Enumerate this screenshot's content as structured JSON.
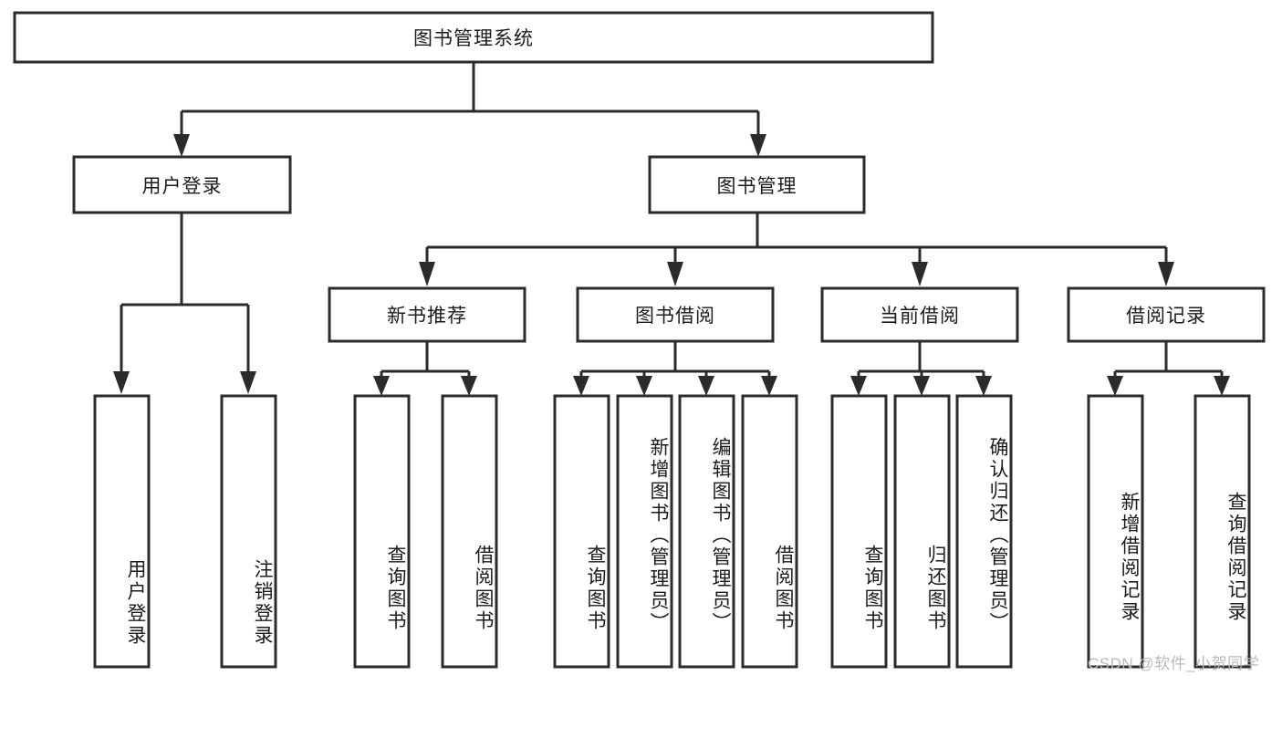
{
  "diagram": {
    "type": "tree",
    "title": "图书管理系统",
    "orientation": "top-down",
    "colors": {
      "box_stroke": "#2b2b2b",
      "box_fill": "#ffffff",
      "connector": "#2b2b2b",
      "text": "#1b1b1b",
      "watermark": "#b9b9b9",
      "background": "#ffffff"
    },
    "root": {
      "label": "图书管理系统"
    },
    "level2": [
      {
        "label": "用户登录"
      },
      {
        "label": "图书管理"
      }
    ],
    "level3": [
      {
        "label": "新书推荐"
      },
      {
        "label": "图书借阅"
      },
      {
        "label": "当前借阅"
      },
      {
        "label": "借阅记录"
      }
    ],
    "leaves": {
      "user_login": [
        {
          "label": "用户登录"
        },
        {
          "label": "注销登录"
        }
      ],
      "new_book_recommend": [
        {
          "label": "查询图书"
        },
        {
          "label": "借阅图书"
        }
      ],
      "book_borrow": [
        {
          "label": "查询图书"
        },
        {
          "label": "新增图书（管理员）"
        },
        {
          "label": "编辑图书（管理员）"
        },
        {
          "label": "借阅图书"
        }
      ],
      "current_borrow": [
        {
          "label": "查询图书"
        },
        {
          "label": "归还图书"
        },
        {
          "label": "确认归还（管理员）"
        }
      ],
      "borrow_record": [
        {
          "label": "新增借阅记录"
        },
        {
          "label": "查询借阅记录"
        }
      ]
    }
  },
  "watermark": {
    "text": "CSDN @软件_小贺同学"
  }
}
